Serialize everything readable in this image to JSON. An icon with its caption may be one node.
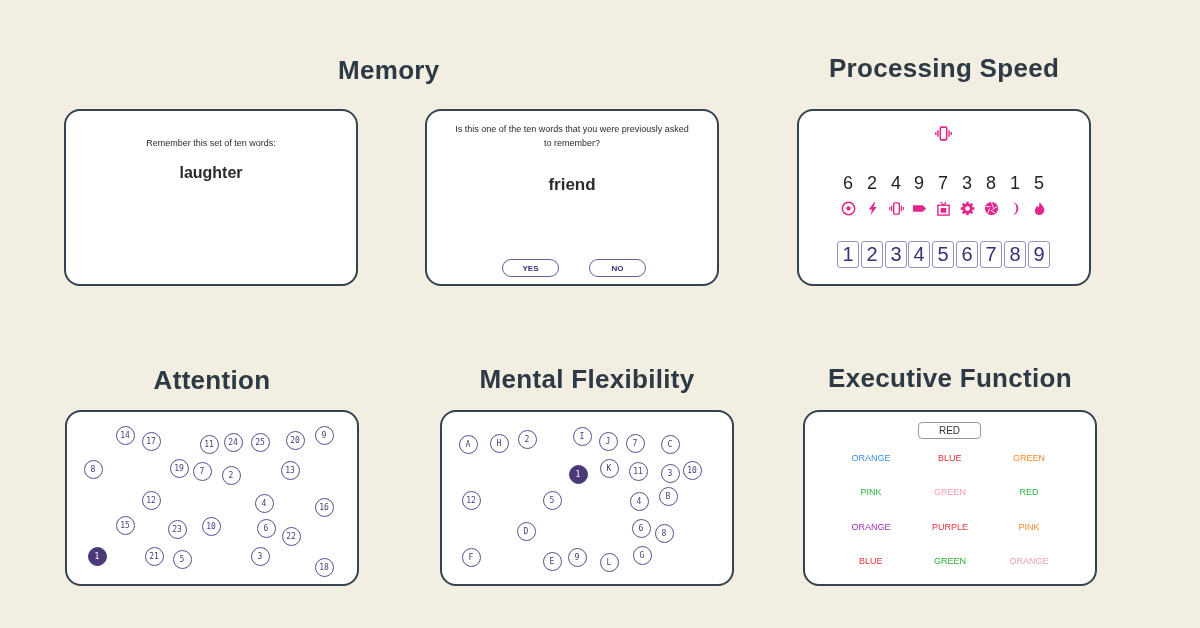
{
  "diagram": {
    "nodes": [
      {
        "text": [
          "Remember this set of ten words:",
          "laughter"
        ]
      },
      {
        "text": [
          "Is this one of the ten words that you were previously asked to remember?",
          "friend"
        ]
      },
      {
        "text": [
          "YES"
        ],
        "in": 1
      },
      {
        "text": [
          "NO"
        ],
        "in": 1
      },
      {
        "text": [
          "Processing Speed"
        ]
      },
      {
        "text": [
          "1"
        ],
        "in": 4
      },
      {
        "text": [
          "2"
        ],
        "in": 4
      },
      {
        "text": [
          "3"
        ],
        "in": 4
      },
      {
        "text": [
          "4"
        ],
        "in": 4
      },
      {
        "text": [
          "5"
        ],
        "in": 4
      },
      {
        "text": [
          "6"
        ],
        "in": 4
      },
      {
        "text": [
          "7"
        ],
        "in": 4
      },
      {
        "text": [
          "8"
        ],
        "in": 4
      },
      {
        "text": [
          "9"
        ],
        "in": 4
      },
      {
        "text": [
          "Attention"
        ]
      },
      {
        "text": [
          "14"
        ],
        "in": 14
      },
      {
        "text": [
          "17"
        ],
        "in": 14
      },
      {
        "text": [
          "11"
        ],
        "in": 14
      },
      {
        "text": [
          "24"
        ],
        "in": 14
      },
      {
        "text": [
          "25"
        ],
        "in": 14
      },
      {
        "text": [
          "20"
        ],
        "in": 14
      },
      {
        "text": [
          "9"
        ],
        "in": 14
      },
      {
        "text": [
          "8"
        ],
        "in": 14
      },
      {
        "text": [
          "19"
        ],
        "in": 14
      },
      {
        "text": [
          "7"
        ],
        "in": 14
      },
      {
        "text": [
          "2"
        ],
        "in": 14
      },
      {
        "text": [
          "13"
        ],
        "in": 14
      },
      {
        "text": [
          "12"
        ],
        "in": 14
      },
      {
        "text": [
          "4"
        ],
        "in": 14
      },
      {
        "text": [
          "16"
        ],
        "in": 14
      },
      {
        "text": [
          "15"
        ],
        "in": 14
      },
      {
        "text": [
          "23"
        ],
        "in": 14
      },
      {
        "text": [
          "10"
        ],
        "in": 14
      },
      {
        "text": [
          "6"
        ],
        "in": 14
      },
      {
        "text": [
          "22"
        ],
        "in": 14
      },
      {
        "text": [
          "1"
        ],
        "in": 14
      },
      {
        "text": [
          "21"
        ],
        "in": 14
      },
      {
        "text": [
          "5"
        ],
        "in": 14
      },
      {
        "text": [
          "3"
        ],
        "in": 14
      },
      {
        "text": [
          "18"
        ],
        "in": 14
      },
      {
        "text": [
          "Mental Flexibility"
        ]
      },
      {
        "text": [
          "A"
        ],
        "in": 40
      },
      {
        "text": [
          "H"
        ],
        "in": 40
      },
      {
        "text": [
          "2"
        ],
        "in": 40
      },
      {
        "text": [
          "I"
        ],
        "in": 40
      },
      {
        "text": [
          "J"
        ],
        "in": 40
      },
      {
        "text": [
          "7"
        ],
        "in": 40
      },
      {
        "text": [
          "C"
        ],
        "in": 40
      },
      {
        "text": [
          "1"
        ],
        "in": 40
      },
      {
        "text": [
          "K"
        ],
        "in": 40
      },
      {
        "text": [
          "11"
        ],
        "in": 40
      },
      {
        "text": [
          "3"
        ],
        "in": 40
      },
      {
        "text": [
          "10"
        ],
        "in": 40
      },
      {
        "text": [
          "12"
        ],
        "in": 40
      },
      {
        "text": [
          "5"
        ],
        "in": 40
      },
      {
        "text": [
          "4"
        ],
        "in": 40
      },
      {
        "text": [
          "B"
        ],
        "in": 40
      },
      {
        "text": [
          "D"
        ],
        "in": 40
      },
      {
        "text": [
          "6"
        ],
        "in": 40
      },
      {
        "text": [
          "8"
        ],
        "in": 40
      },
      {
        "text": [
          "F"
        ],
        "in": 40
      },
      {
        "text": [
          "E"
        ],
        "in": 40
      },
      {
        "text": [
          "9"
        ],
        "in": 40
      },
      {
        "text": [
          "L"
        ],
        "in": 40
      },
      {
        "text": [
          "G"
        ],
        "in": 40
      },
      {
        "text": [
          "Executive Function"
        ]
      },
      {
        "text": [
          "RED"
        ],
        "in": 65
      }
    ],
    "labels": [
      "Memory",
      "6",
      "2",
      "4",
      "9",
      "7",
      "3",
      "8",
      "1",
      "5",
      "ORANGE",
      "BLUE",
      "GREEN",
      "PINK",
      "GREEN",
      "RED",
      "ORANGE",
      "PURPLE",
      "PINK",
      "BLUE",
      "GREEN",
      "ORANGE"
    ]
  }
}
